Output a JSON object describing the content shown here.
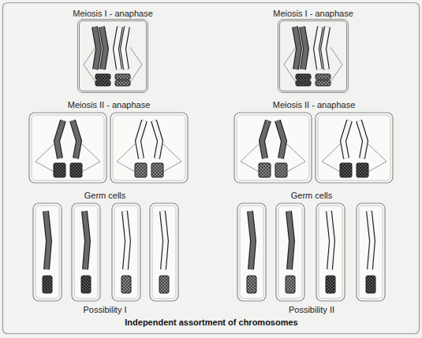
{
  "diagram": {
    "caption": "Independent assortment of chromosomes",
    "nodes": [
      {
        "text": [
          "Meiosis I - anaphase"
        ]
      },
      {
        "text": [
          "Meiosis I - anaphase"
        ]
      }
    ],
    "labels": [
      "Meiosis II - anaphase",
      "Meiosis II - anaphase",
      "Germ cells",
      "Germ cells",
      "Possibility I",
      "Possibility II"
    ]
  }
}
